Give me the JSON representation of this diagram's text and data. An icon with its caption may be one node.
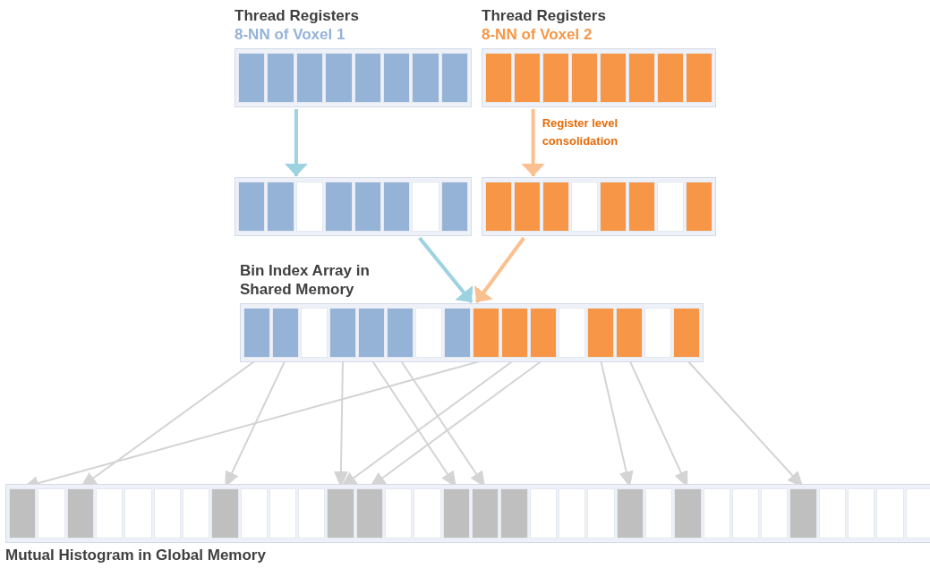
{
  "diagram": {
    "nodes": [
      {
        "text": [
          "Thread Registers",
          "8-NN of Voxel 1"
        ]
      },
      {
        "text": [
          "Thread Registers",
          "8-NN of Voxel 2"
        ]
      },
      {
        "text": [],
        "shape": "bar"
      },
      {
        "text": [],
        "shape": "bar"
      },
      {
        "text": [
          "Bin Index Array in Shared Memory"
        ]
      },
      {
        "text": [],
        "shape": "box",
        "in": 4
      },
      {
        "text": [],
        "shape": "box",
        "in": 4
      },
      {
        "text": [],
        "shape": "box",
        "in": 4
      },
      {
        "text": [],
        "shape": "box",
        "in": 4
      },
      {
        "text": [],
        "shape": "box",
        "in": 4
      },
      {
        "text": [],
        "shape": "box",
        "in": 4
      },
      {
        "text": [],
        "shape": "box",
        "in": 4
      },
      {
        "text": [],
        "shape": "box",
        "in": 4
      },
      {
        "text": [],
        "shape": "box",
        "in": 4
      },
      {
        "text": [],
        "shape": "box",
        "in": 4
      },
      {
        "text": [],
        "shape": "box",
        "in": 4
      },
      {
        "text": [],
        "shape": "box",
        "in": 4
      },
      {
        "text": [],
        "shape": "box",
        "in": 4
      },
      {
        "text": [],
        "shape": "box",
        "in": 4
      },
      {
        "text": [],
        "shape": "box",
        "in": 4
      },
      {
        "text": [],
        "shape": "box",
        "in": 4
      },
      {
        "text": [
          "Mutual Histogram in Global Memory"
        ]
      },
      {
        "text": [],
        "shape": "box",
        "in": 21
      },
      {
        "text": [],
        "shape": "box",
        "in": 21
      },
      {
        "text": [],
        "shape": "box",
        "in": 21
      },
      {
        "text": [],
        "shape": "box",
        "in": 21
      },
      {
        "text": [],
        "shape": "box",
        "in": 21
      },
      {
        "text": [],
        "shape": "box",
        "in": 21
      },
      {
        "text": [],
        "shape": "box",
        "in": 21
      },
      {
        "text": [],
        "shape": "box",
        "in": 21
      },
      {
        "text": [],
        "shape": "box",
        "in": 21
      },
      {
        "text": [],
        "shape": "box",
        "in": 21
      },
      {
        "text": [],
        "shape": "box",
        "in": 21
      },
      {
        "text": [],
        "shape": "box",
        "in": 21
      },
      {
        "text": [],
        "shape": "box",
        "in": 21
      },
      {
        "text": [],
        "shape": "box",
        "in": 21
      },
      {
        "text": [],
        "shape": "box",
        "in": 21
      },
      {
        "text": [],
        "shape": "box",
        "in": 21
      },
      {
        "text": [],
        "shape": "box",
        "in": 21
      },
      {
        "text": [],
        "shape": "box",
        "in": 21
      },
      {
        "text": [],
        "shape": "box",
        "in": 21
      },
      {
        "text": [],
        "shape": "box",
        "in": 21
      },
      {
        "text": [],
        "shape": "box",
        "in": 21
      },
      {
        "text": [],
        "shape": "box",
        "in": 21
      },
      {
        "text": [],
        "shape": "box",
        "in": 21
      },
      {
        "text": [],
        "shape": "box",
        "in": 21
      },
      {
        "text": [],
        "shape": "box",
        "in": 21
      },
      {
        "text": [],
        "shape": "box",
        "in": 21
      },
      {
        "text": [],
        "shape": "box",
        "in": 21
      },
      {
        "text": [],
        "shape": "box",
        "in": 21
      },
      {
        "text": [],
        "shape": "box",
        "in": 21
      },
      {
        "text": [],
        "shape": "box",
        "in": 21
      },
      {
        "text": [],
        "shape": "box",
        "in": 21
      },
      {
        "text": [],
        "shape": "box",
        "in": 21
      }
    ],
    "edges": [
      {
        "from": 0,
        "to": 2,
        "arrow": "to",
        "style": "thick",
        "color": "#9dd3e0"
      },
      {
        "from": 1,
        "to": 3,
        "arrow": "to",
        "style": "thick",
        "color": "#fac090",
        "label": "Register level consolidation"
      },
      {
        "from": 2,
        "to": 4,
        "arrow": "to",
        "style": "thick",
        "color": "#9dd3e0"
      },
      {
        "from": 3,
        "to": 4,
        "arrow": "to",
        "style": "thick",
        "color": "#fac090"
      },
      {
        "from": 5,
        "to": 24,
        "arrow": "to"
      },
      {
        "from": 6,
        "to": 29,
        "arrow": "to"
      },
      {
        "from": 8,
        "to": 33,
        "arrow": "to"
      },
      {
        "from": 9,
        "to": 37,
        "arrow": "to"
      },
      {
        "from": 10,
        "to": 38,
        "arrow": "to"
      },
      {
        "from": 13,
        "to": 22,
        "arrow": "to"
      },
      {
        "from": 14,
        "to": 33,
        "arrow": "to"
      },
      {
        "from": 15,
        "to": 34,
        "arrow": "to"
      },
      {
        "from": 17,
        "to": 43,
        "arrow": "to"
      },
      {
        "from": 18,
        "to": 45,
        "arrow": "to"
      },
      {
        "from": 20,
        "to": 49,
        "arrow": "to"
      }
    ]
  }
}
